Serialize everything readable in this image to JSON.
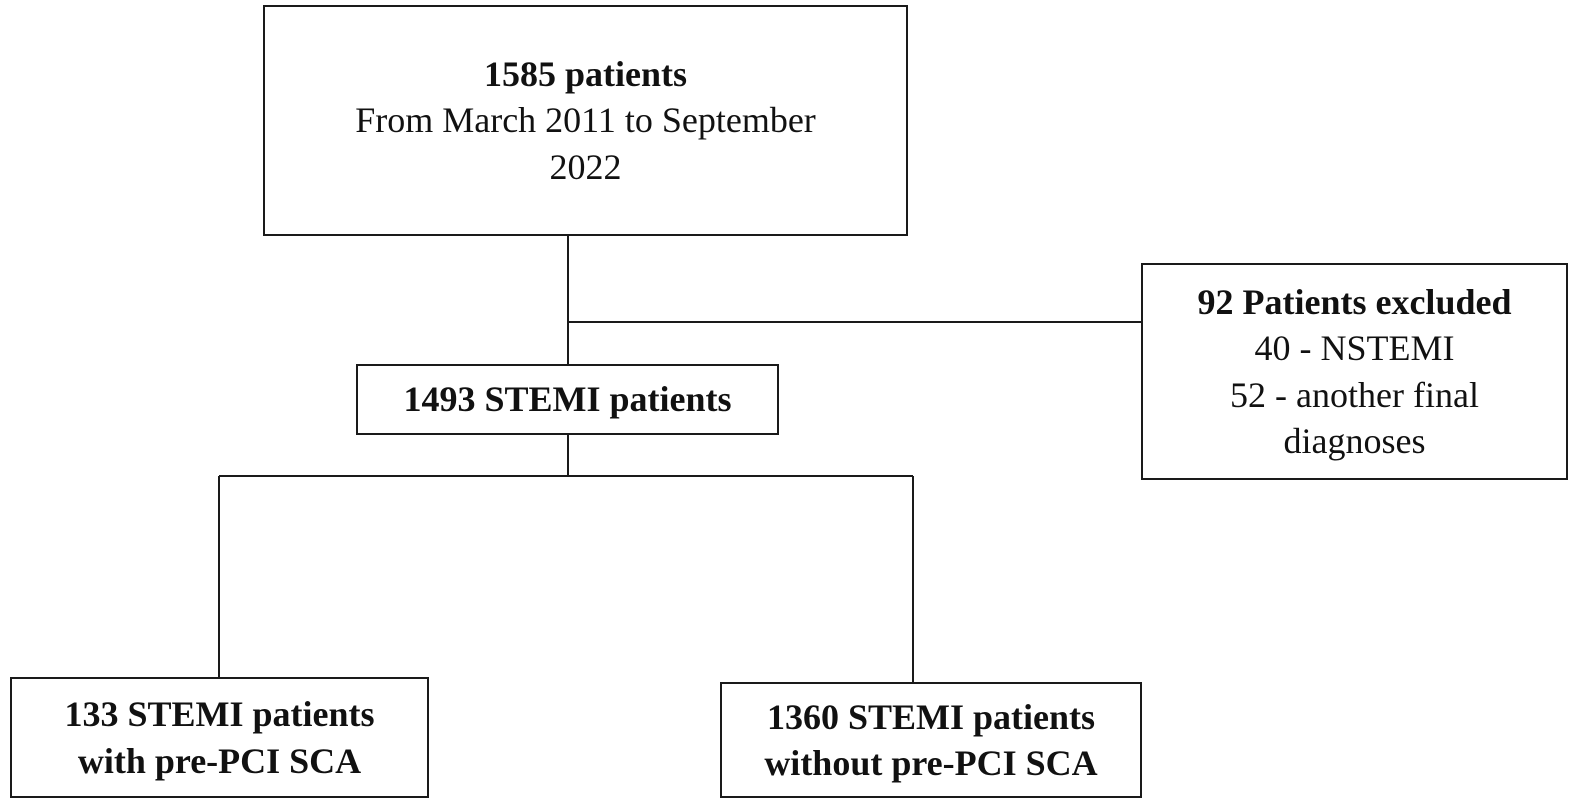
{
  "flowchart": {
    "root": {
      "title": "1585 patients",
      "lines": [
        "From March 2011 to September",
        "2022"
      ]
    },
    "excluded": {
      "title": "92 Patients excluded",
      "lines": [
        "40 - NSTEMI",
        "52 - another final",
        "diagnoses"
      ]
    },
    "included": {
      "title": "1493 STEMI patients"
    },
    "group_with": {
      "lines": [
        "133 STEMI patients",
        "with pre-PCI SCA"
      ]
    },
    "group_without": {
      "lines": [
        "1360 STEMI patients",
        "without pre-PCI SCA"
      ]
    }
  },
  "colors": {
    "border": "#1a1a1a",
    "text": "#111111",
    "background": "#ffffff"
  }
}
